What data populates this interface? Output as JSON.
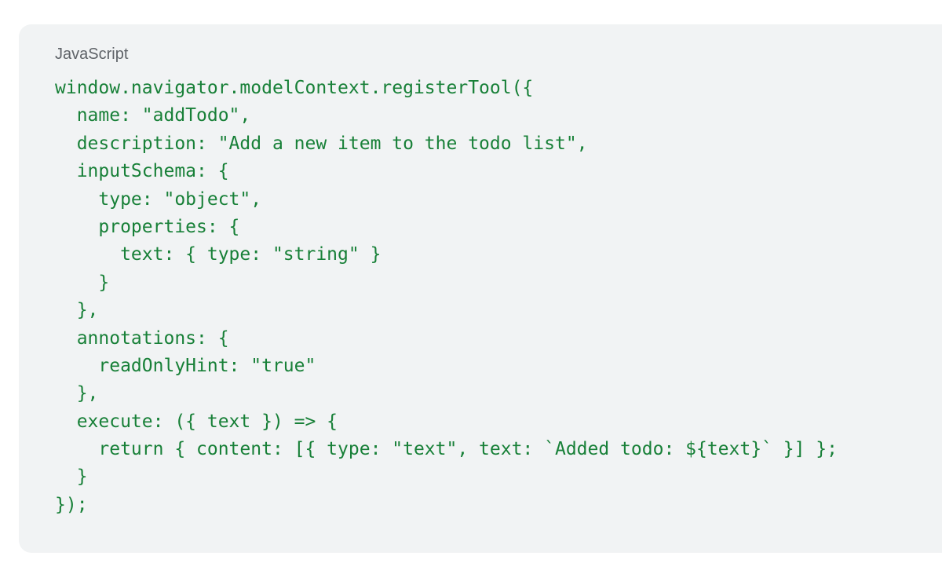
{
  "code_block": {
    "language": "JavaScript",
    "lines": [
      "window.navigator.modelContext.registerTool({",
      "  name: \"addTodo\",",
      "  description: \"Add a new item to the todo list\",",
      "  inputSchema: {",
      "    type: \"object\",",
      "    properties: {",
      "      text: { type: \"string\" }",
      "    }",
      "  },",
      "  annotations: {",
      "    readOnlyHint: \"true\"",
      "  },",
      "  execute: ({ text }) => {",
      "    return { content: [{ type: \"text\", text: `Added todo: ${text}` }] };",
      "  }",
      "});"
    ],
    "text_color": "#188038",
    "background_color": "#f1f3f4",
    "label_color": "#5f6368"
  }
}
